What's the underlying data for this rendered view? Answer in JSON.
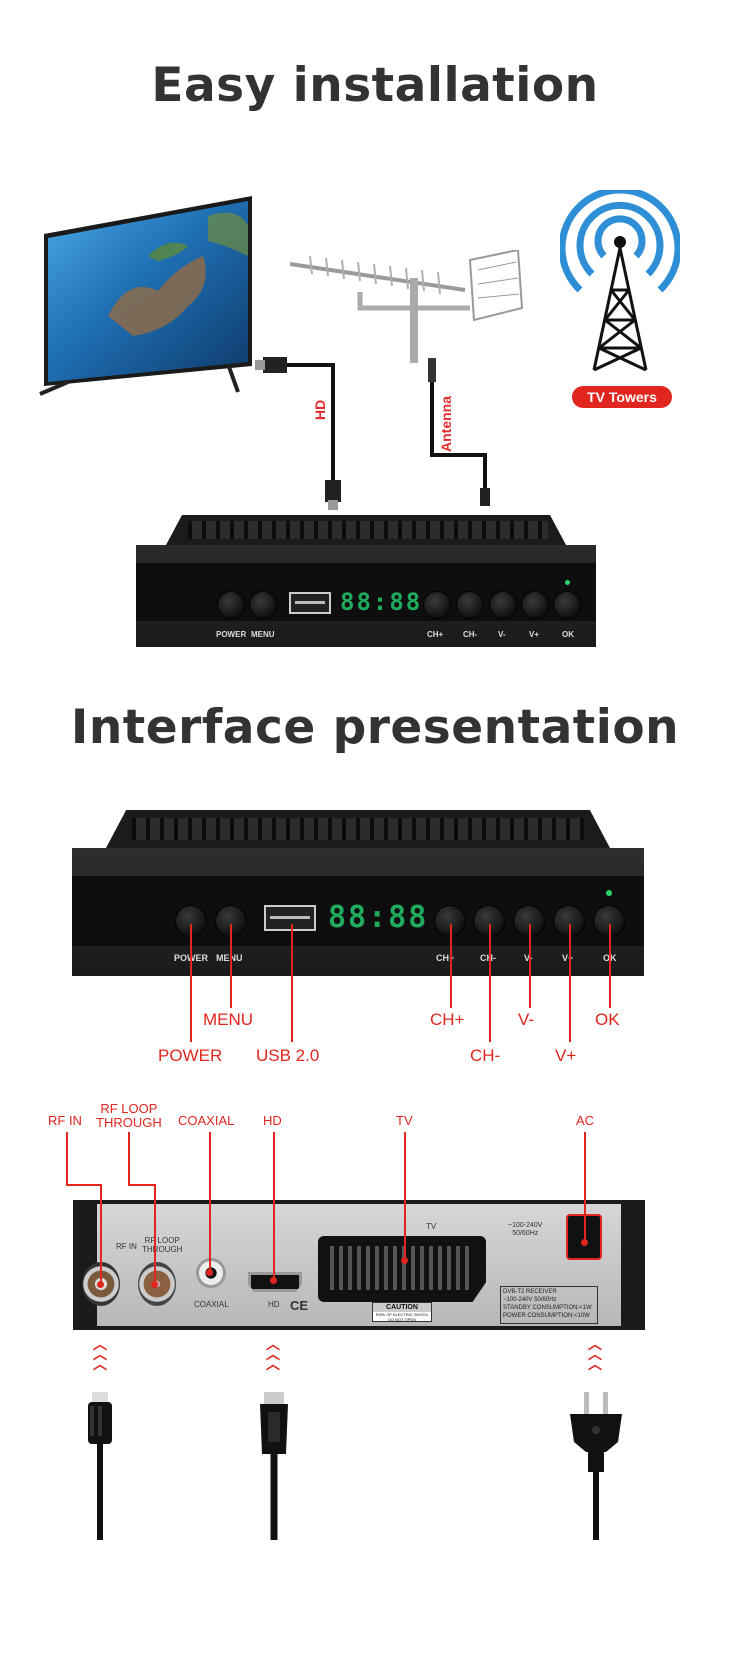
{
  "section1": {
    "title": "Easy installation",
    "cable_hd": "HD",
    "cable_antenna": "Antenna",
    "tower_badge": "TV Towers",
    "front_buttons": [
      "POWER",
      "MENU",
      "CH+",
      "CH-",
      "V-",
      "V+",
      "OK"
    ],
    "display": "88:88"
  },
  "section2": {
    "title": "Interface presentation",
    "front_buttons": [
      "POWER",
      "MENU",
      "CH+",
      "CH-",
      "V-",
      "V+",
      "OK"
    ],
    "display": "88:88",
    "callouts": {
      "power": "POWER",
      "menu": "MENU",
      "usb": "USB 2.0",
      "chplus": "CH+",
      "chminus": "CH-",
      "vminus": "V-",
      "vplus": "V+",
      "ok": "OK"
    }
  },
  "section3": {
    "callouts": {
      "rfin": "RF IN",
      "rfloop": "RF LOOP\nTHROUGH",
      "coaxial": "COAXIAL",
      "hd": "HD",
      "tv": "TV",
      "ac": "AC"
    },
    "panel": {
      "rfin": "RF IN",
      "rfloop": "RF LOOP\nTHROUGH",
      "coaxial": "COAXIAL",
      "hd": "HD",
      "tv": "TV",
      "voltage": "~100-240V\n50/60Hz",
      "caution": "CAUTION",
      "caution_sub": "RISK OF ELECTRIC SHOCK\nDO NOT OPEN",
      "spec_lines": [
        "DVB-T2 RECEIVER",
        "~100-240V 50/60Hz",
        "STANDBY CONSUMPTION:<1W",
        "POWER CONSUMPTION:<10W"
      ],
      "ce": "CE"
    }
  },
  "colors": {
    "accent": "#e0261f",
    "heading": "#333333",
    "display_green": "#1faa5c",
    "tower_blue": "#2f8fd6"
  }
}
